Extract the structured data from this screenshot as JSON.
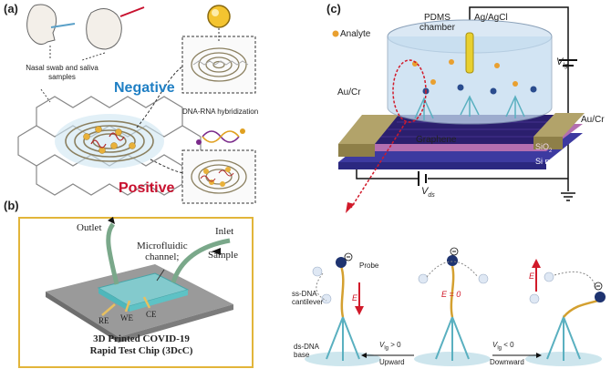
{
  "panel_a": {
    "label": "(a)",
    "sample_text": "Nasal swab and saliva samples",
    "negative": "Negative",
    "positive": "Positive",
    "hybridization": "DNA-RNA hybridization"
  },
  "panel_b": {
    "label": "(b)",
    "outlet": "Outlet",
    "inlet": "Inlet",
    "sample": "Sample",
    "microfluidic": "Microfluidic",
    "channel": "channel;",
    "re": "RE",
    "we": "WE",
    "ce": "CE",
    "title_line1": "3D Printed COVID-19",
    "title_line2": "Rapid Test Chip (3DcC)"
  },
  "panel_c": {
    "label": "(c)",
    "pdms_line1": "PDMS",
    "pdms_line2": "chamber",
    "agagcl": "Ag/AgCl",
    "analyte": "Analyte",
    "vlg": "V",
    "vlg_sub": "lg",
    "aucr_left": "Au/Cr",
    "aucr_right": "Au/Cr",
    "graphene": "Graphene",
    "sio2": "SiO",
    "sio2_sub": "2",
    "si": "Si n++",
    "vds": "V",
    "vds_sub": "ds"
  },
  "panel_d": {
    "probe": "Probe",
    "ssdna_line1": "ss-DNA",
    "ssdna_line2": "cantilever",
    "dsdna_line1": "ds-DNA",
    "dsdna_line2": "base",
    "e_label": "E",
    "e_zero": "E = 0",
    "vlg_pos": "V",
    "vlg_pos_sub": "lg",
    "vlg_pos_rel": " > 0",
    "upward": "Upward",
    "vlg_neg": "V",
    "vlg_neg_sub": "lg",
    "vlg_neg_rel": " < 0",
    "downward": "Downward"
  },
  "colors": {
    "negative": "#1f7fc4",
    "positive": "#c8102e",
    "panel_b_border": "#e2b53a",
    "gold": "#e9b13a",
    "graphene": "#2b1f6e",
    "sio2": "#b46fb0",
    "si": "#3d3aa0",
    "arrow_red": "#d11a2a"
  }
}
